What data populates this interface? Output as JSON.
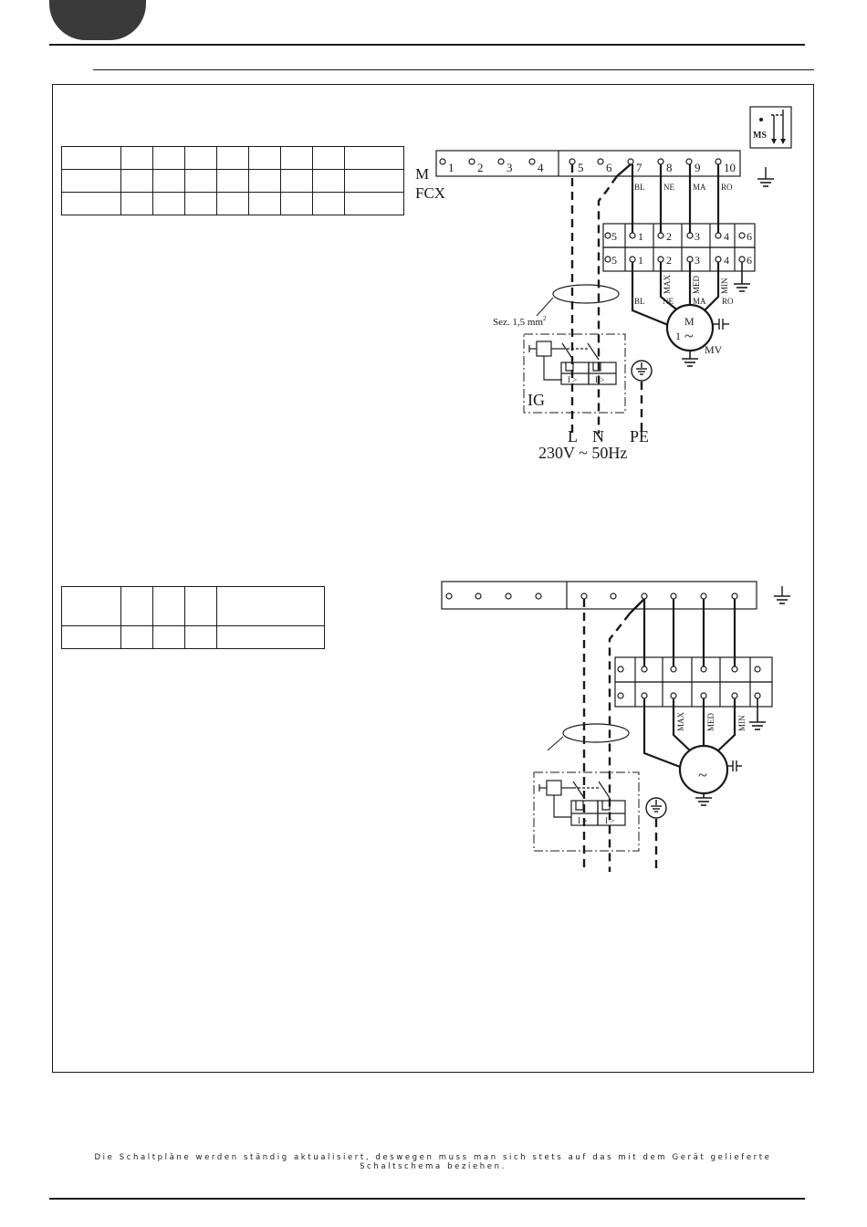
{
  "diagram1": {
    "model_line1": "M",
    "model_line2": "FCX",
    "terminals_top": [
      "1",
      "2",
      "3",
      "4",
      "5",
      "6",
      "7",
      "8",
      "9",
      "10"
    ],
    "wire_codes_top": [
      "BL",
      "NE",
      "MA",
      "RO"
    ],
    "block_top": [
      "5",
      "1",
      "2",
      "3",
      "4",
      "6"
    ],
    "block_bottom": [
      "5",
      "1",
      "2",
      "3",
      "4",
      "6"
    ],
    "speed_labels": [
      "MAX",
      "MED",
      "MIN"
    ],
    "wire_codes_motor": [
      "BL",
      "NE",
      "MA",
      "RO"
    ],
    "motor_symbol_m": "M",
    "motor_symbol_1": "1",
    "motor_symbol_tilde": "~",
    "motor_label": "MV",
    "cable_section": "Sez. 1,5 mm",
    "cable_section_sup": "2",
    "switch_label": "IG",
    "supply_lines": [
      "L",
      "N",
      "PE"
    ],
    "supply_voltage": "230V ~ 50Hz",
    "ms_label": "MS"
  },
  "diagram2": {
    "speed_labels": [
      "MAX",
      "MED",
      "MIN"
    ],
    "motor_symbol_tilde": "~"
  },
  "footer_note": "Die Schaltpläne werden ständig aktualisiert, deswegen muss man sich stets auf das mit dem Gerät gelieferte Schaltschema beziehen."
}
